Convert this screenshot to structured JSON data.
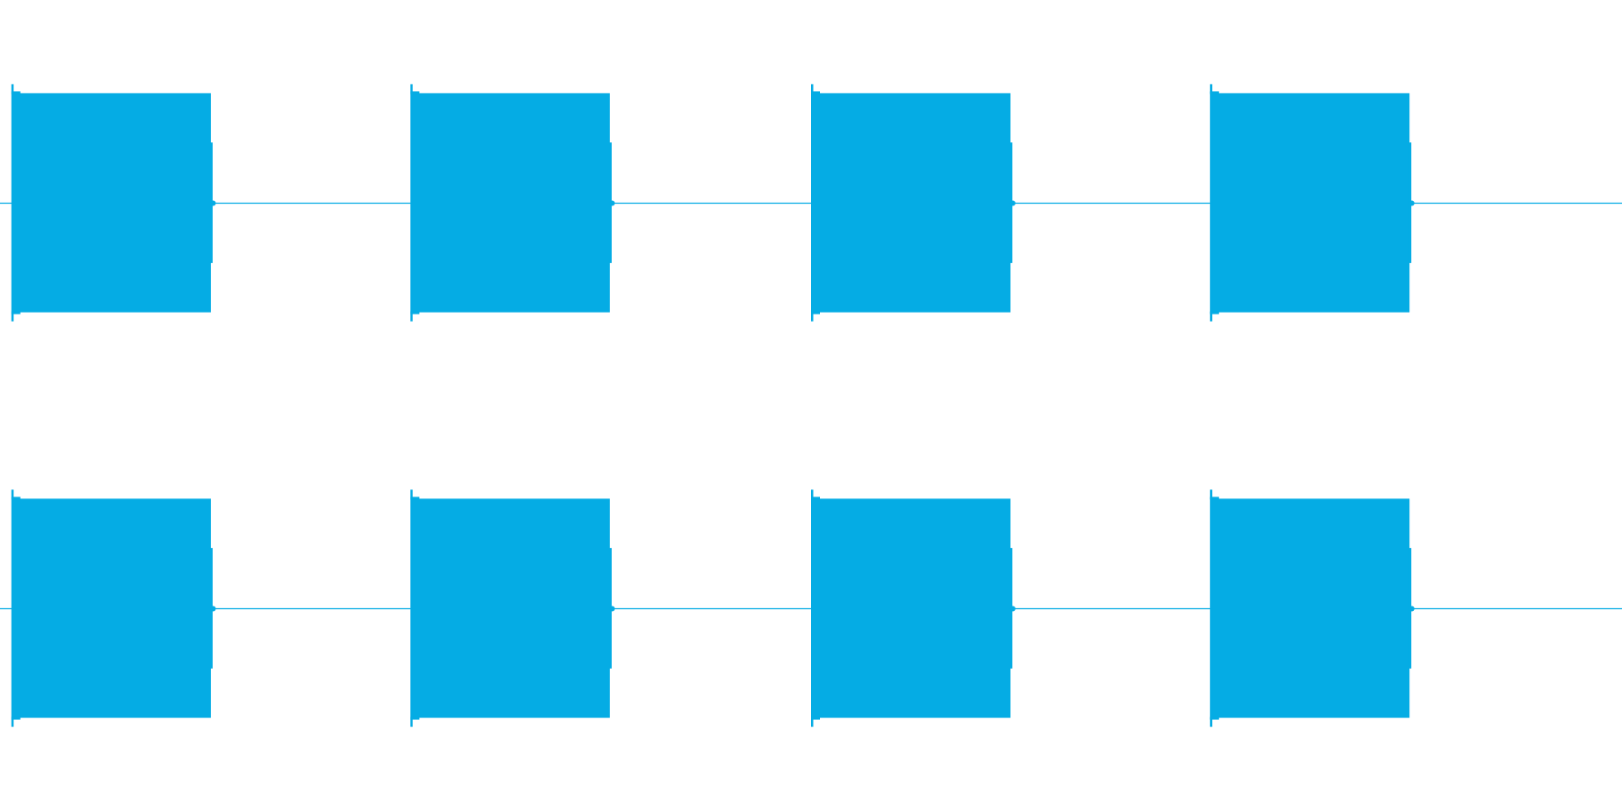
{
  "colors": {
    "background": "#ffffff",
    "waveform": "#05ace4"
  },
  "chart_data": {
    "type": "area",
    "title": "",
    "xlabel": "",
    "ylabel": "",
    "grid": false,
    "legend": "none",
    "xlim": [
      0,
      1.0
    ],
    "ylim": [
      -1.0,
      1.0
    ],
    "channels": [
      {
        "name": "",
        "bursts": [
          {
            "start": 0.007,
            "end": 0.13,
            "amplitude": 0.95
          },
          {
            "start": 0.253,
            "end": 0.376,
            "amplitude": 0.95
          },
          {
            "start": 0.5,
            "end": 0.623,
            "amplitude": 0.95
          },
          {
            "start": 0.746,
            "end": 0.869,
            "amplitude": 0.95
          }
        ]
      },
      {
        "name": "",
        "bursts": [
          {
            "start": 0.007,
            "end": 0.13,
            "amplitude": 0.95
          },
          {
            "start": 0.253,
            "end": 0.376,
            "amplitude": 0.95
          },
          {
            "start": 0.5,
            "end": 0.623,
            "amplitude": 0.95
          },
          {
            "start": 0.746,
            "end": 0.869,
            "amplitude": 0.95
          }
        ]
      }
    ]
  }
}
